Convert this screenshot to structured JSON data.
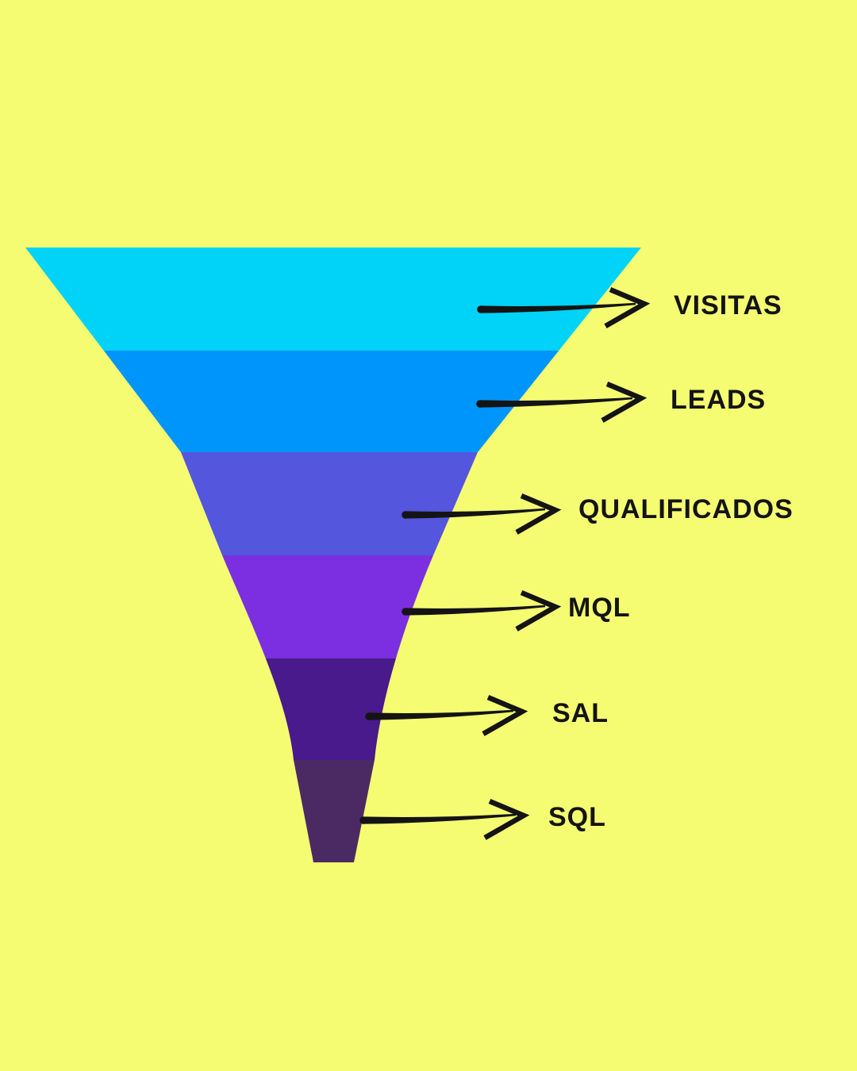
{
  "poster": {
    "description": "Marketing funnel diagram with six stages and hand-drawn arrows"
  },
  "colors": {
    "background": "#f5fc72",
    "ink": "#141414"
  },
  "funnel": {
    "levels": [
      {
        "label": "VISITAS",
        "color": "#00d2f8"
      },
      {
        "label": "LEADS",
        "color": "#0095fa"
      },
      {
        "label": "QUALIFICADOS",
        "color": "#5456dd"
      },
      {
        "label": "MQL",
        "color": "#7c2fe0"
      },
      {
        "label": "SAL",
        "color": "#481a8c"
      },
      {
        "label": "SQL",
        "color": "#4b2a64"
      }
    ]
  }
}
